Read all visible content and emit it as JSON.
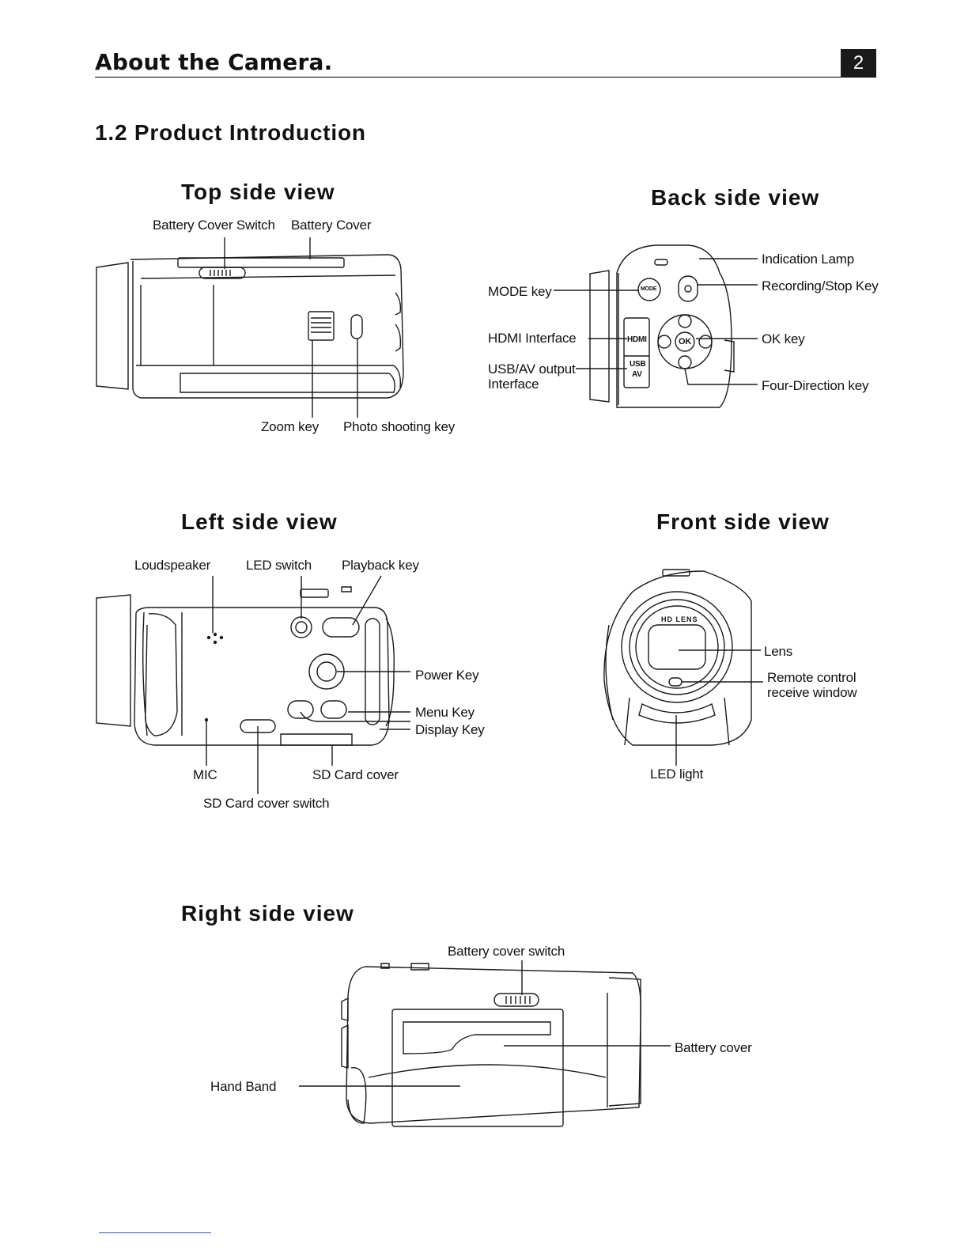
{
  "header": {
    "title": "About the Camera.",
    "page_number": "2"
  },
  "section_title": "1.2 Product Introduction",
  "views": {
    "top": {
      "title": "Top side view",
      "labels": {
        "battery_cover_switch": "Battery Cover Switch",
        "battery_cover": "Battery Cover",
        "zoom_key": "Zoom key",
        "photo_shooting_key": "Photo shooting key"
      }
    },
    "back": {
      "title": "Back side view",
      "labels": {
        "mode_key": "MODE key",
        "hdmi_interface": "HDMI Interface",
        "usb_av_output_1": "USB/AV output",
        "usb_av_output_2": "Interface",
        "indication_lamp": "Indication Lamp",
        "recording_stop_key": "Recording/Stop Key",
        "ok_key": "OK key",
        "four_direction_key": "Four-Direction key"
      },
      "button_text": {
        "hdmi": "HDMI",
        "usb": "USB",
        "av": "AV",
        "ok": "OK",
        "mode": "MODE"
      }
    },
    "left": {
      "title": "Left side view",
      "labels": {
        "loudspeaker": "Loudspeaker",
        "led_switch": "LED switch",
        "playback_key": "Playback key",
        "power_key": "Power Key",
        "menu_key": "Menu Key",
        "display_key": "Display Key",
        "mic": "MIC",
        "sd_card_cover": "SD Card cover",
        "sd_card_cover_switch": "SD Card cover switch"
      }
    },
    "front": {
      "title": "Front side view",
      "labels": {
        "lens": "Lens",
        "remote_1": "Remote control",
        "remote_2": "receive window",
        "led_light": "LED light"
      },
      "lens_text": "HD LENS"
    },
    "right": {
      "title": "Right side view",
      "labels": {
        "battery_cover_switch": "Battery cover switch",
        "battery_cover": "Battery cover",
        "hand_band": "Hand Band"
      }
    }
  }
}
